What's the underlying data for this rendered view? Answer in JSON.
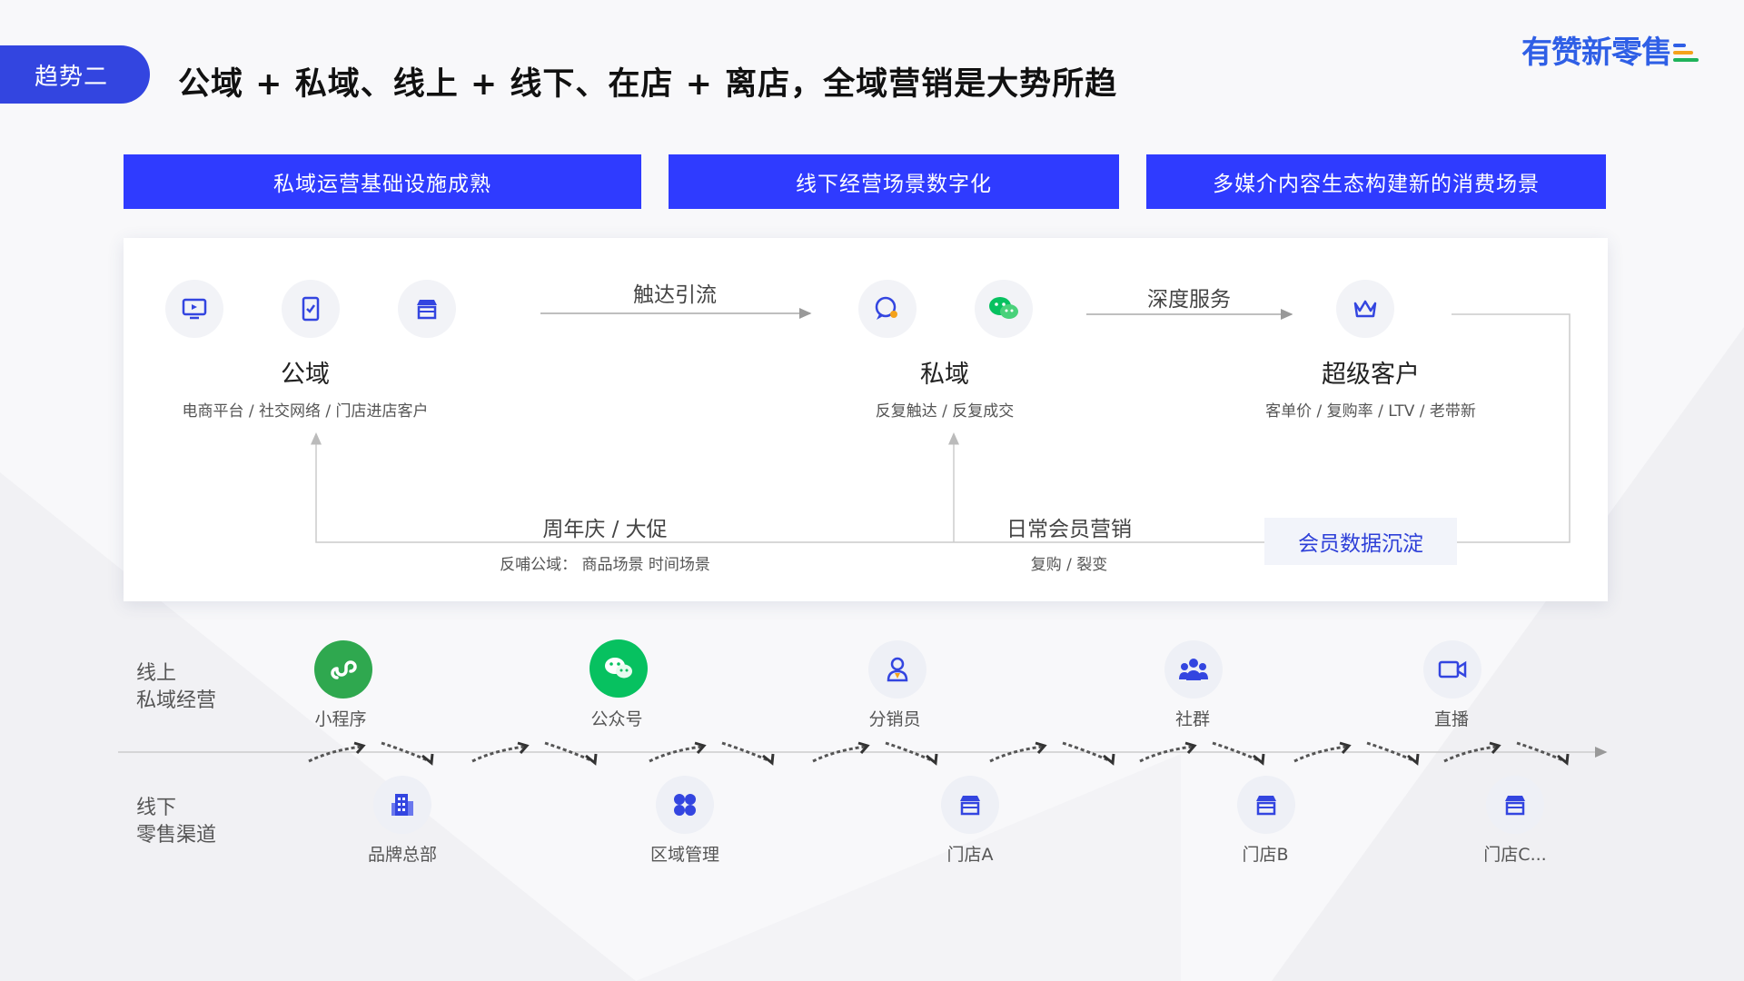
{
  "trend_tag": "趋势二",
  "main_title": "公域 + 私域、线上 + 线下、在店 + 离店，全域营销是大势所趋",
  "logo": "有赞新零售",
  "banners": [
    "私域运营基础设施成熟",
    "线下经营场景数字化",
    "多媒介内容生态构建新的消费场景"
  ],
  "flow": {
    "public": {
      "title": "公域",
      "sub": "电商平台 / 社交网络 / 门店进店客户"
    },
    "private": {
      "title": "私域",
      "sub": "反复触达 / 反复成交"
    },
    "super": {
      "title": "超级客户",
      "sub": "客单价 / 复购率 / LTV /  老带新"
    },
    "arrow1_label": "触达引流",
    "arrow2_label": "深度服务",
    "loop1_label": "周年庆 / 大促",
    "loop1_sub": "反哺公域：  商品场景 时间场景",
    "loop2_label": "日常会员营销",
    "loop2_sub": "复购 / 裂变",
    "member_box": "会员数据沉淀"
  },
  "channels": {
    "online_label": [
      "线上",
      "私域经营"
    ],
    "offline_label": [
      "线下",
      "零售渠道"
    ],
    "online": [
      {
        "label": "小程序",
        "icon": "mini-program-icon"
      },
      {
        "label": "公众号",
        "icon": "wechat-official-account-icon"
      },
      {
        "label": "分销员",
        "icon": "distributor-icon"
      },
      {
        "label": "社群",
        "icon": "community-icon"
      },
      {
        "label": "直播",
        "icon": "live-video-icon"
      }
    ],
    "offline": [
      {
        "label": "品牌总部",
        "icon": "headquarters-building-icon"
      },
      {
        "label": "区域管理",
        "icon": "region-grid-icon"
      },
      {
        "label": "门店A",
        "icon": "store-icon"
      },
      {
        "label": "门店B",
        "icon": "store-icon"
      },
      {
        "label": "门店C...",
        "icon": "store-icon"
      }
    ]
  },
  "colors": {
    "accent_blue": "#2f3bff",
    "tag_blue": "#3345e0",
    "wechat_green": "#07c160",
    "mini_program_green": "#2fa84f"
  }
}
